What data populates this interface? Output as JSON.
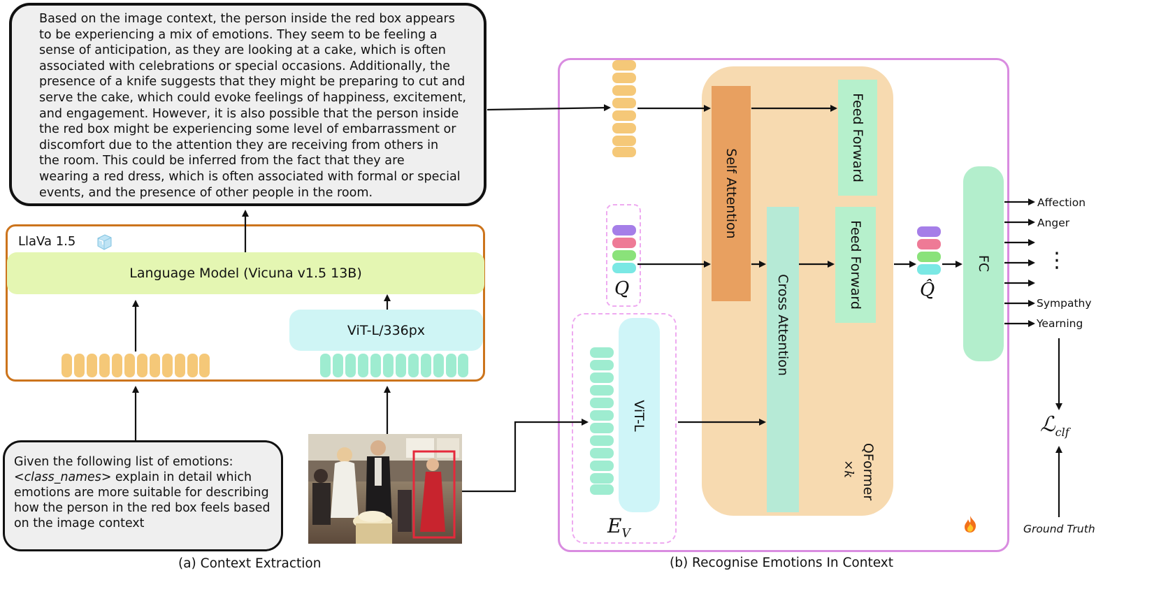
{
  "response_text": "Based on the image context, the person inside the red box appears\nto be experiencing a mix of emotions. They seem to be feeling a\nsense of anticipation, as they are looking at a cake, which is often\nassociated with celebrations or special occasions. Additionally, the\npresence of a knife suggests that they might be preparing to cut and\nserve the cake, which could evoke feelings of happiness, excitement,\nand engagement. However, it is also possible that the person inside\nthe red box might be experiencing some level of embarrassment or\ndiscomfort due to the attention they are receiving from others in\nthe room. This could be inferred from the fact that they are\nwearing a red dress, which is often associated with formal or special\nevents, and the presence of other people in the room.",
  "llava": {
    "label": "LlaVa 1.5",
    "language_model": "Language Model (Vicuna v1.5 13B)",
    "vision_encoder": "ViT-L/336px"
  },
  "prompt": {
    "line1": "Given the following list of emotions:",
    "class_names": "<class_names>",
    "rest": " explain in detail which emotions are more suitable for describing how the person in the red box feels based on the image context"
  },
  "captions": {
    "left": "(a) Context Extraction",
    "right": "(b) Recognise Emotions In Context"
  },
  "model": {
    "self_attention": "Self Attention",
    "cross_attention": "Cross Attention",
    "feed_forward": "Feed Forward",
    "fc": "FC",
    "vit": "ViT-L",
    "qformer": "QFormer",
    "times_k": "×k",
    "q_symbol": "Q",
    "qhat_symbol": "Q̂",
    "ev_main": "E",
    "ev_sub": "V",
    "loss_main": "ℒ",
    "loss_sub": "clf",
    "ground_truth": "Ground Truth"
  },
  "outputs": [
    "Affection",
    "Anger",
    "",
    "",
    "",
    "Sympathy",
    "Yearning"
  ],
  "ellipsis": "⋮",
  "icons": {
    "frozen": "ice-cube-icon",
    "trainable": "fire-icon"
  },
  "colors": {
    "token_text": "#f5c878",
    "token_image": "#9eecd0",
    "query_tokens": [
      "#a57ee8",
      "#ee7a96",
      "#8ae27a",
      "#7ae8e4"
    ],
    "llava_border": "#cc741c",
    "panel_border": "#d98ce0",
    "red_box": "#e5293b"
  }
}
